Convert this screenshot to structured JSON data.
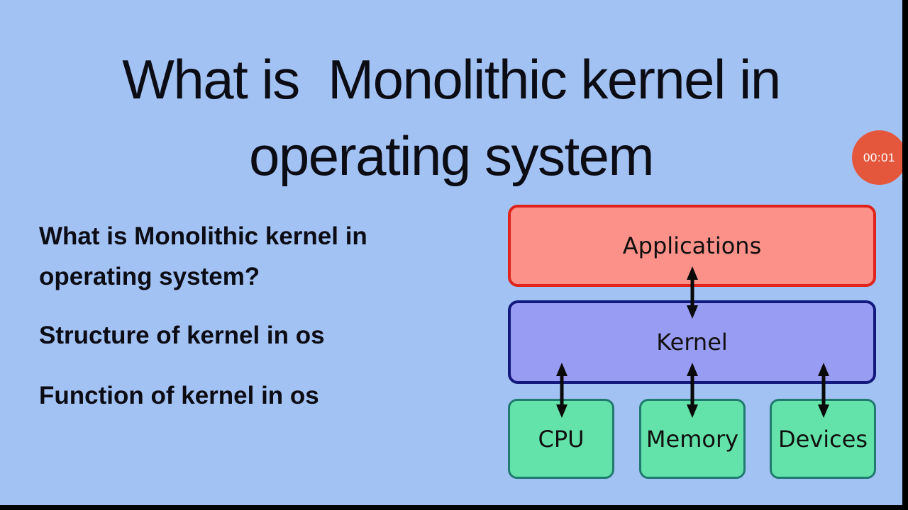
{
  "slide": {
    "title_line1": "What is  Monolithic kernel in",
    "title_line2": "operating system",
    "bullets": [
      "What is Monolithic kernel in operating system?",
      "Structure of kernel in os",
      "Function of kernel in os"
    ]
  },
  "recording_badge": {
    "time": "00:01",
    "color": "#e4573c"
  },
  "diagram": {
    "nodes": [
      {
        "id": "applications",
        "label": "Applications",
        "fill": "#fb9189",
        "border": "#de241b"
      },
      {
        "id": "kernel",
        "label": "Kernel",
        "fill": "#989cf2",
        "border": "#14197d"
      },
      {
        "id": "cpu",
        "label": "CPU",
        "fill": "#63e3aa",
        "border": "#1f7a70"
      },
      {
        "id": "memory",
        "label": "Memory",
        "fill": "#63e3aa",
        "border": "#1f7a70"
      },
      {
        "id": "devices",
        "label": "Devices",
        "fill": "#63e3aa",
        "border": "#1f7a70"
      }
    ],
    "edges": [
      {
        "from": "Applications",
        "to": "Kernel",
        "type": "bidirectional-arrow"
      },
      {
        "from": "Kernel",
        "to": "CPU",
        "type": "bidirectional-arrow"
      },
      {
        "from": "Kernel",
        "to": "Memory",
        "type": "bidirectional-arrow"
      },
      {
        "from": "Kernel",
        "to": "Devices",
        "type": "bidirectional-arrow"
      }
    ]
  },
  "colors": {
    "background": "#a3c2f4",
    "letterbox": "#000000",
    "text": "#0c0c14",
    "arrow": "#0a0a0a"
  }
}
